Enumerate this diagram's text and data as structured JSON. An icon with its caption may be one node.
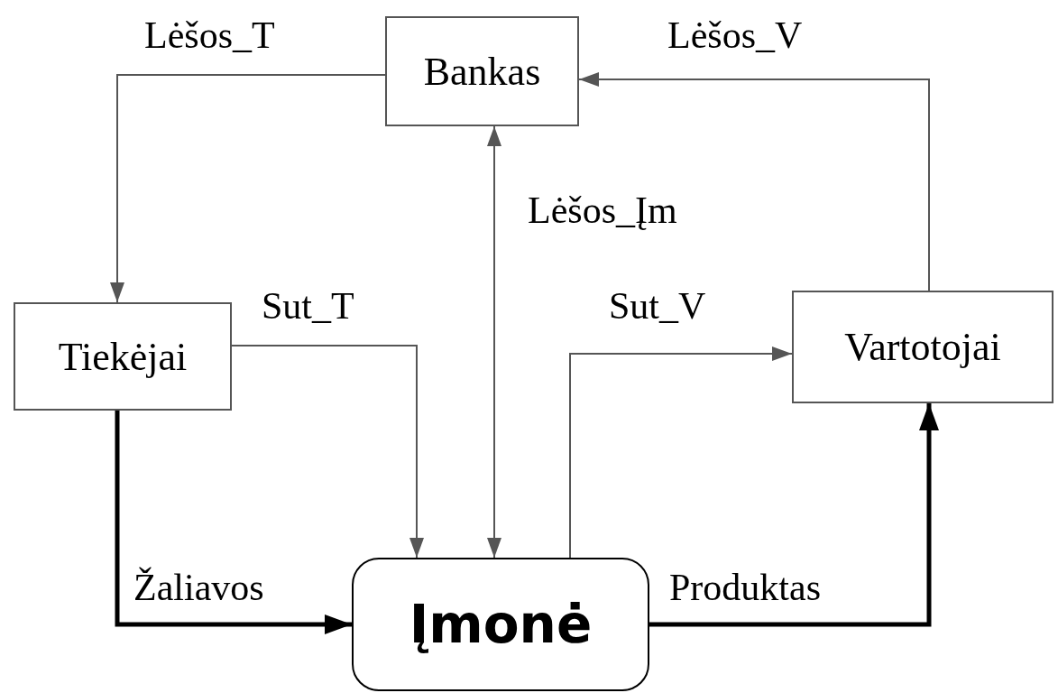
{
  "diagram": {
    "nodes": [
      {
        "text": [
          "Bankas"
        ]
      },
      {
        "text": [
          "Tiekėjai"
        ]
      },
      {
        "text": [
          "Vartotojai"
        ]
      },
      {
        "text": [
          "Įmonė"
        ]
      }
    ],
    "edges": [
      {
        "from": 0,
        "to": 1,
        "arrow": "to",
        "label": "Lėšos_T"
      },
      {
        "from": 2,
        "to": 0,
        "arrow": "to",
        "label": "Lėšos_V"
      },
      {
        "from": 0,
        "to": 3,
        "arrow": "both",
        "label": "Lėšos_Įm"
      },
      {
        "from": 1,
        "to": 3,
        "arrow": "to",
        "label": "Sut_T"
      },
      {
        "from": 3,
        "to": 2,
        "arrow": "to",
        "label": "Sut_V"
      },
      {
        "from": 1,
        "to": 3,
        "arrow": "to",
        "label": "Žaliavos",
        "style": "thick"
      },
      {
        "from": 3,
        "to": 2,
        "arrow": "to",
        "label": "Produktas",
        "style": "thick"
      }
    ]
  }
}
